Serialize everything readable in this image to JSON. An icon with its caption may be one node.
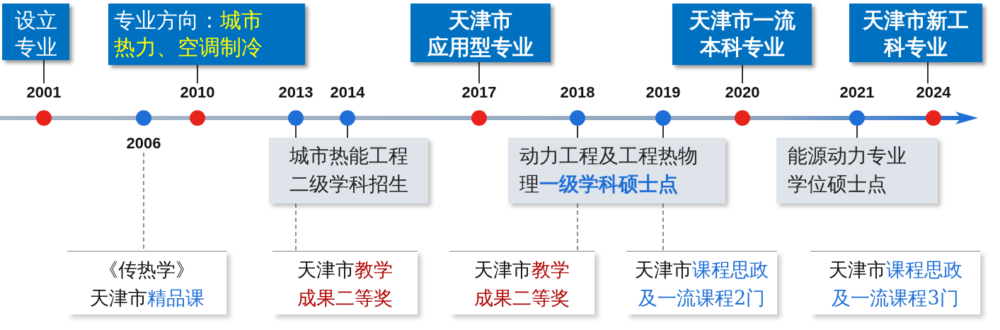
{
  "diagram": {
    "nodes": [
      {
        "text": [
          "设立专业"
        ]
      },
      {
        "text": [
          "专业方向：",
          "城市热力、空调制冷"
        ]
      },
      {
        "text": [
          "天津市应用型专业"
        ]
      },
      {
        "text": [
          "天津市一流本科专业"
        ]
      },
      {
        "text": [
          "天津市新工科专业"
        ]
      },
      {
        "text": [],
        "shape": "circle",
        "beside": [
          "2001"
        ]
      },
      {
        "text": [],
        "shape": "circle",
        "beside": [
          "2006"
        ]
      },
      {
        "text": [],
        "shape": "circle",
        "beside": [
          "2010"
        ]
      },
      {
        "text": [],
        "shape": "circle",
        "beside": [
          "2013"
        ]
      },
      {
        "text": [],
        "shape": "circle",
        "beside": [
          "2014"
        ]
      },
      {
        "text": [],
        "shape": "circle",
        "beside": [
          "2017"
        ]
      },
      {
        "text": [],
        "shape": "circle",
        "beside": [
          "2018"
        ]
      },
      {
        "text": [],
        "shape": "circle",
        "beside": [
          "2019"
        ]
      },
      {
        "text": [],
        "shape": "circle",
        "beside": [
          "2020"
        ]
      },
      {
        "text": [],
        "shape": "circle",
        "beside": [
          "2021"
        ]
      },
      {
        "text": [],
        "shape": "circle",
        "beside": [
          "2024"
        ]
      },
      {
        "text": [
          "城市热能工程二级学科招生"
        ]
      },
      {
        "text": [
          "动力工程及工程热物理",
          "一级学科硕士点"
        ]
      },
      {
        "text": [
          "能源动力专业学位硕士点"
        ]
      },
      {
        "text": [
          "《传热学》天津市",
          "精品课"
        ]
      },
      {
        "text": [
          "天津市",
          "教学成果二等奖"
        ]
      },
      {
        "text": [
          "天津市",
          "教学成果二等奖"
        ]
      },
      {
        "text": [
          "天津市",
          "课程思政及一流课程2门"
        ]
      },
      {
        "text": [
          "天津市",
          "课程思政及一流课程3门"
        ]
      }
    ],
    "edges": [
      {
        "from": 0,
        "to": 5,
        "arrow": "none"
      },
      {
        "from": 1,
        "to": 7,
        "arrow": "none"
      },
      {
        "from": 2,
        "to": 10,
        "arrow": "none"
      },
      {
        "from": 3,
        "to": 13,
        "arrow": "none"
      },
      {
        "from": 4,
        "to": 15,
        "arrow": "none"
      },
      {
        "from": 6,
        "to": 19,
        "arrow": "none",
        "style": "dashed"
      },
      {
        "from": 8,
        "to": 16,
        "arrow": "none"
      },
      {
        "from": 16,
        "to": 20,
        "arrow": "none",
        "style": "dashed"
      },
      {
        "from": 9,
        "to": 16,
        "arrow": "none"
      },
      {
        "from": 11,
        "to": 17,
        "arrow": "none"
      },
      {
        "from": 17,
        "to": 21,
        "arrow": "none",
        "style": "dashed"
      },
      {
        "from": 12,
        "to": 17,
        "arrow": "none"
      },
      {
        "from": 17,
        "to": 22,
        "arrow": "none",
        "style": "dashed"
      },
      {
        "from": 14,
        "to": 18,
        "arrow": "none"
      }
    ]
  }
}
